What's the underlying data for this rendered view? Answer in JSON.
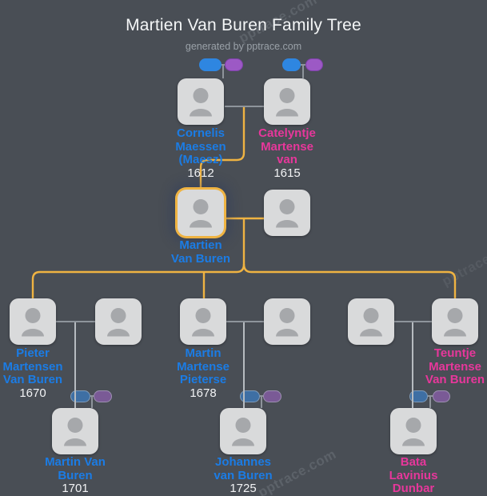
{
  "header": {
    "title": "Martien Van Buren Family Tree",
    "subtitle": "generated by pptrace.com"
  },
  "watermark": {
    "text": "pptrace.com"
  },
  "colors": {
    "background": "#494e55",
    "card": "#d9dadb",
    "card_icon": "#a6a8ab",
    "highlight_yellow": "#efb342",
    "connector_gray": "#8e949b",
    "connector_light": "#b6bbc0",
    "male_name": "#1b7ce5",
    "female_name": "#e7379b",
    "year_text": "#f2f3f5",
    "chip_blue_bright": "#2e86e1",
    "chip_purple_bright": "#9c59c5",
    "chip_blue_muted": "#3e6fa4",
    "chip_purple_muted": "#7a5a96",
    "title_text": "#f4f6f7",
    "subtitle_text": "#9aa1a8"
  },
  "people": [
    {
      "id": "cornelis",
      "name_lines": [
        "Cornelis",
        "Maessen",
        "(Maesz)"
      ],
      "year": "1612",
      "name_color": "male",
      "highlighted": false,
      "parent_chips": "bright"
    },
    {
      "id": "catelyntje",
      "name_lines": [
        "Catelyntje",
        "Martense",
        "van"
      ],
      "year": "1615",
      "name_color": "female",
      "highlighted": false,
      "parent_chips": "bright"
    },
    {
      "id": "martien",
      "name_lines": [
        "Martien",
        "Van Buren"
      ],
      "year": "",
      "name_color": "male",
      "highlighted": true,
      "parent_chips": null
    },
    {
      "id": "martien_spouse",
      "name_lines": [],
      "year": "",
      "name_color": null,
      "highlighted": false,
      "parent_chips": null
    },
    {
      "id": "pieter",
      "name_lines": [
        "Pieter",
        "Martensen",
        "Van Buren"
      ],
      "year": "1670",
      "name_color": "male",
      "highlighted": false,
      "parent_chips": null
    },
    {
      "id": "pieter_spouse",
      "name_lines": [],
      "year": "",
      "name_color": null,
      "highlighted": false,
      "parent_chips": null
    },
    {
      "id": "martin",
      "name_lines": [
        "Martin",
        "Martense",
        "Pieterse"
      ],
      "year": "1678",
      "name_color": "male",
      "highlighted": false,
      "parent_chips": null
    },
    {
      "id": "martin_spouse",
      "name_lines": [],
      "year": "",
      "name_color": null,
      "highlighted": false,
      "parent_chips": null
    },
    {
      "id": "unknown_partner",
      "name_lines": [],
      "year": "",
      "name_color": null,
      "highlighted": false,
      "parent_chips": null
    },
    {
      "id": "teuntje",
      "name_lines": [
        "Teuntje",
        "Martense",
        "Van Buren"
      ],
      "year": "",
      "name_color": "female",
      "highlighted": false,
      "parent_chips": null
    },
    {
      "id": "martin_vb",
      "name_lines": [
        "Martin Van",
        "Buren"
      ],
      "year": "1701",
      "name_color": "male",
      "highlighted": false,
      "parent_chips": "muted"
    },
    {
      "id": "johannes",
      "name_lines": [
        "Johannes",
        "van Buren"
      ],
      "year": "1725",
      "name_color": "male",
      "highlighted": false,
      "parent_chips": "muted"
    },
    {
      "id": "bata",
      "name_lines": [
        "Bata",
        "Lavinius",
        "Dunbar"
      ],
      "year": "",
      "name_color": "female",
      "highlighted": false,
      "parent_chips": "muted"
    }
  ],
  "relationships": {
    "couples": [
      [
        "cornelis",
        "catelyntje"
      ],
      [
        "martien",
        "martien_spouse"
      ],
      [
        "pieter",
        "pieter_spouse"
      ],
      [
        "martin",
        "martin_spouse"
      ],
      [
        "unknown_partner",
        "teuntje"
      ]
    ],
    "children": {
      "cornelis+catelyntje": [
        "martien"
      ],
      "martien+martien_spouse": [
        "pieter",
        "martin",
        "teuntje"
      ],
      "pieter+pieter_spouse": [
        "martin_vb"
      ],
      "martin+martin_spouse": [
        "johannes"
      ],
      "unknown_partner+teuntje": [
        "bata"
      ]
    }
  }
}
